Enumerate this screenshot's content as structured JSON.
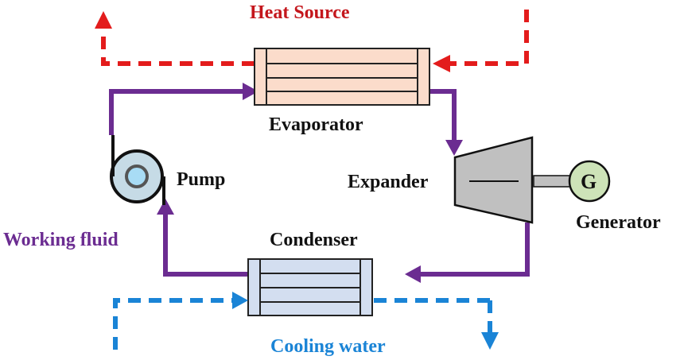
{
  "labels": {
    "heat_source": "Heat Source",
    "evaporator": "Evaporator",
    "pump": "Pump",
    "expander": "Expander",
    "generator": "Generator",
    "generator_symbol": "G",
    "working_fluid": "Working fluid",
    "condenser": "Condenser",
    "cooling_water": "Cooling water"
  },
  "colors": {
    "heat_source": "#e31c1c",
    "working_fluid": "#6b2c91",
    "cooling_water": "#1a84d6",
    "evaporator_fill": "#fbdccb",
    "condenser_fill": "#d3def0",
    "expander_fill": "#c0c0c0",
    "generator_fill": "#cde3b8",
    "pump_fill": "#c6dbe6",
    "pump_core": "#a8dcf5",
    "text": "#111111"
  }
}
